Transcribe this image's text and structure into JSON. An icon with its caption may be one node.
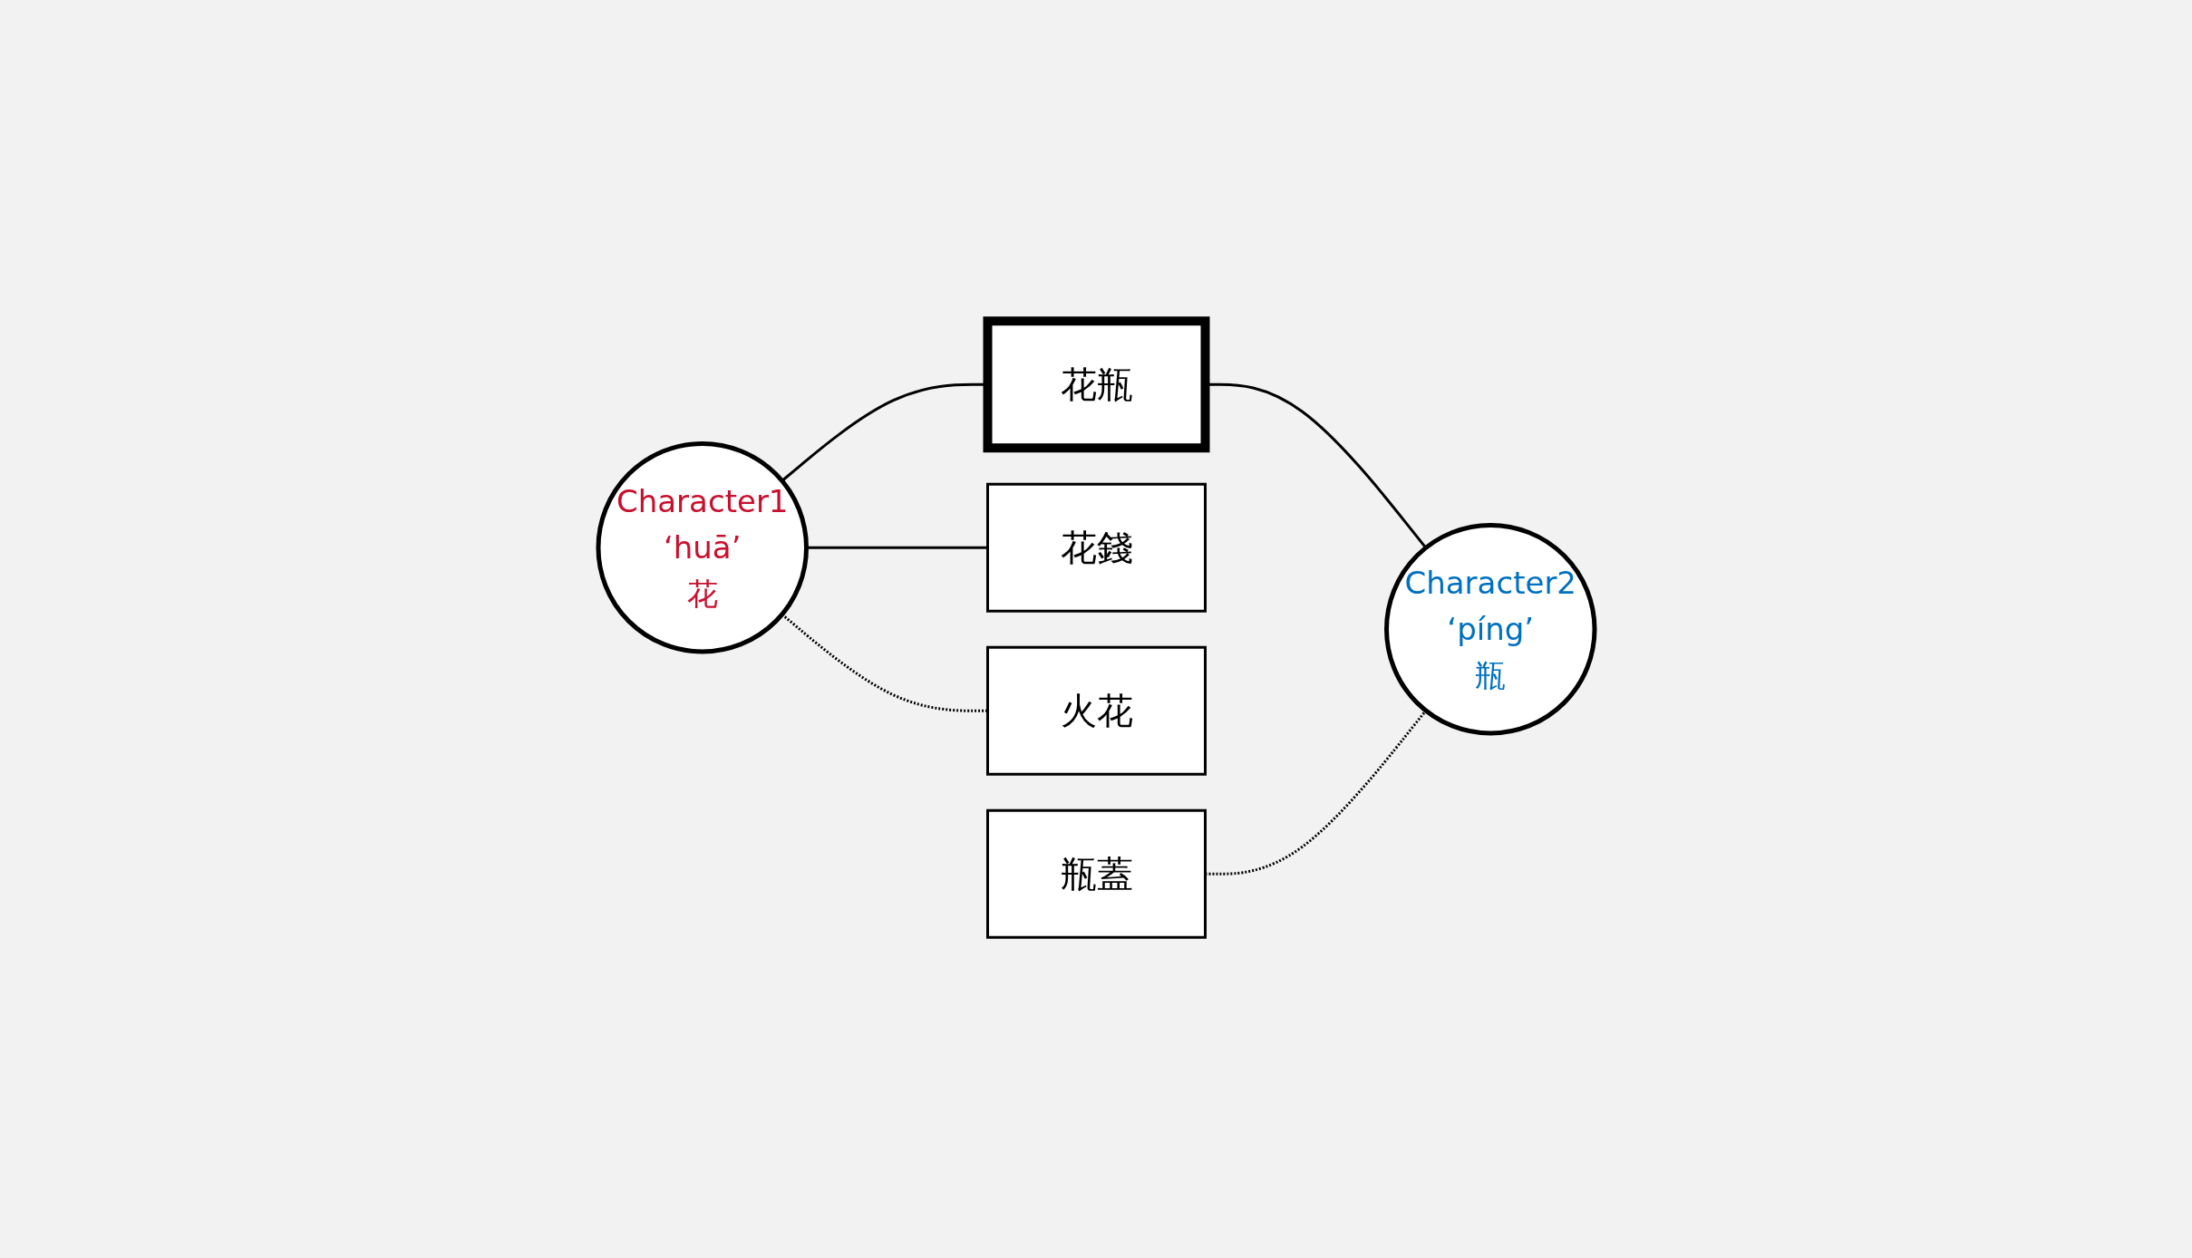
{
  "diagram": {
    "nodes": [
      {
        "text": [
          "Character1",
          "‘huā’",
          "花"
        ]
      },
      {
        "text": [
          "花瓶"
        ]
      },
      {
        "text": [
          "花錢"
        ]
      },
      {
        "text": [
          "火花"
        ]
      },
      {
        "text": [
          "瓶蓋"
        ]
      },
      {
        "text": [
          "Character2",
          "‘píng’",
          "瓶"
        ]
      }
    ],
    "edges": [
      {
        "from": 0,
        "to": 1,
        "arrow": "none"
      },
      {
        "from": 0,
        "to": 2,
        "arrow": "none"
      },
      {
        "from": 0,
        "to": 3,
        "arrow": "none",
        "style": "dashed"
      },
      {
        "from": 1,
        "to": 5,
        "arrow": "none"
      },
      {
        "from": 4,
        "to": 5,
        "arrow": "none",
        "style": "dashed"
      }
    ]
  }
}
